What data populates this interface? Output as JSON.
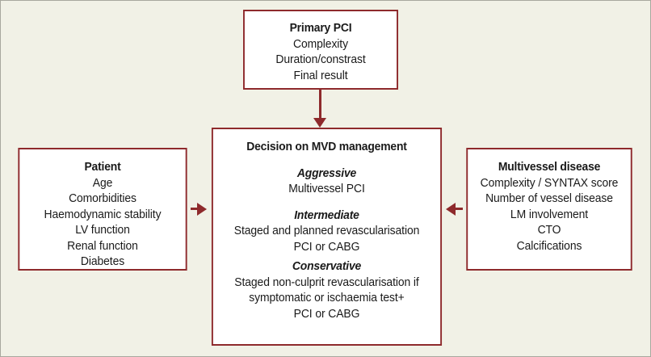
{
  "figure": {
    "background_color": "#f1f1e6",
    "box_border_color": "#8e2a2c",
    "box_fill_color": "#ffffff",
    "arrow_color": "#8e2a2c",
    "text_color": "#1a1a1a"
  },
  "boxes": {
    "primary_pci": {
      "header": "Primary PCI",
      "lines": [
        "Complexity",
        "Duration/constrast",
        "Final result"
      ]
    },
    "patient": {
      "header": "Patient",
      "lines": [
        "Age",
        "Comorbidities",
        "Haemodynamic stability",
        "LV function",
        "Renal function",
        "Diabetes"
      ]
    },
    "multivessel_disease": {
      "header": "Multivessel disease",
      "lines": [
        "Complexity / SYNTAX score",
        "Number of vessel disease",
        "LM involvement",
        "CTO",
        "Calcifications"
      ]
    },
    "decision": {
      "header": "Decision on MVD management",
      "strategies": [
        {
          "name": "Aggressive",
          "lines": [
            "Multivessel PCI"
          ]
        },
        {
          "name": "Intermediate",
          "lines": [
            "Staged and planned revascularisation",
            "PCI or CABG"
          ]
        },
        {
          "name": "Conservative",
          "lines": [
            "Staged non-culprit revascularisation if",
            "symptomatic or ischaemia test+",
            "PCI or CABG"
          ]
        }
      ]
    }
  },
  "connectors": {
    "top_to_decision": "arrow-down",
    "patient_to_decision": "arrow-right",
    "mvd_to_decision": "arrow-left"
  }
}
